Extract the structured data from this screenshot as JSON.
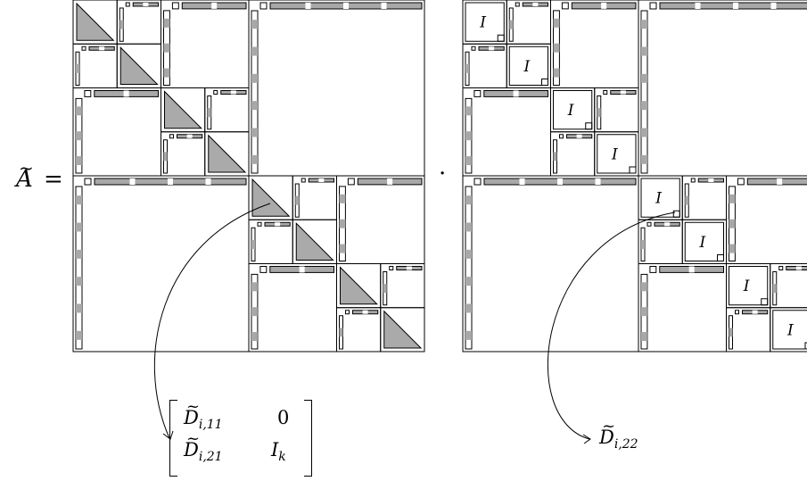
{
  "equation": {
    "lhs_symbol": "A",
    "equals": "=",
    "product_dot": "·"
  },
  "identity_label": "I",
  "callout_matrix": {
    "r1c1_base": "D",
    "r1c1_sub": "i,11",
    "r1c2": "0",
    "r2c1_base": "D",
    "r2c1_sub": "i,21",
    "r2c2_base": "I",
    "r2c2_sub": "k"
  },
  "callout_right": {
    "base": "D",
    "sub": "i,22"
  },
  "colors": {
    "line": "#000000",
    "triangle_fill": "#aaaaaa",
    "strip_dark": "#a8a8a8",
    "strip_light": "#ffffff"
  }
}
